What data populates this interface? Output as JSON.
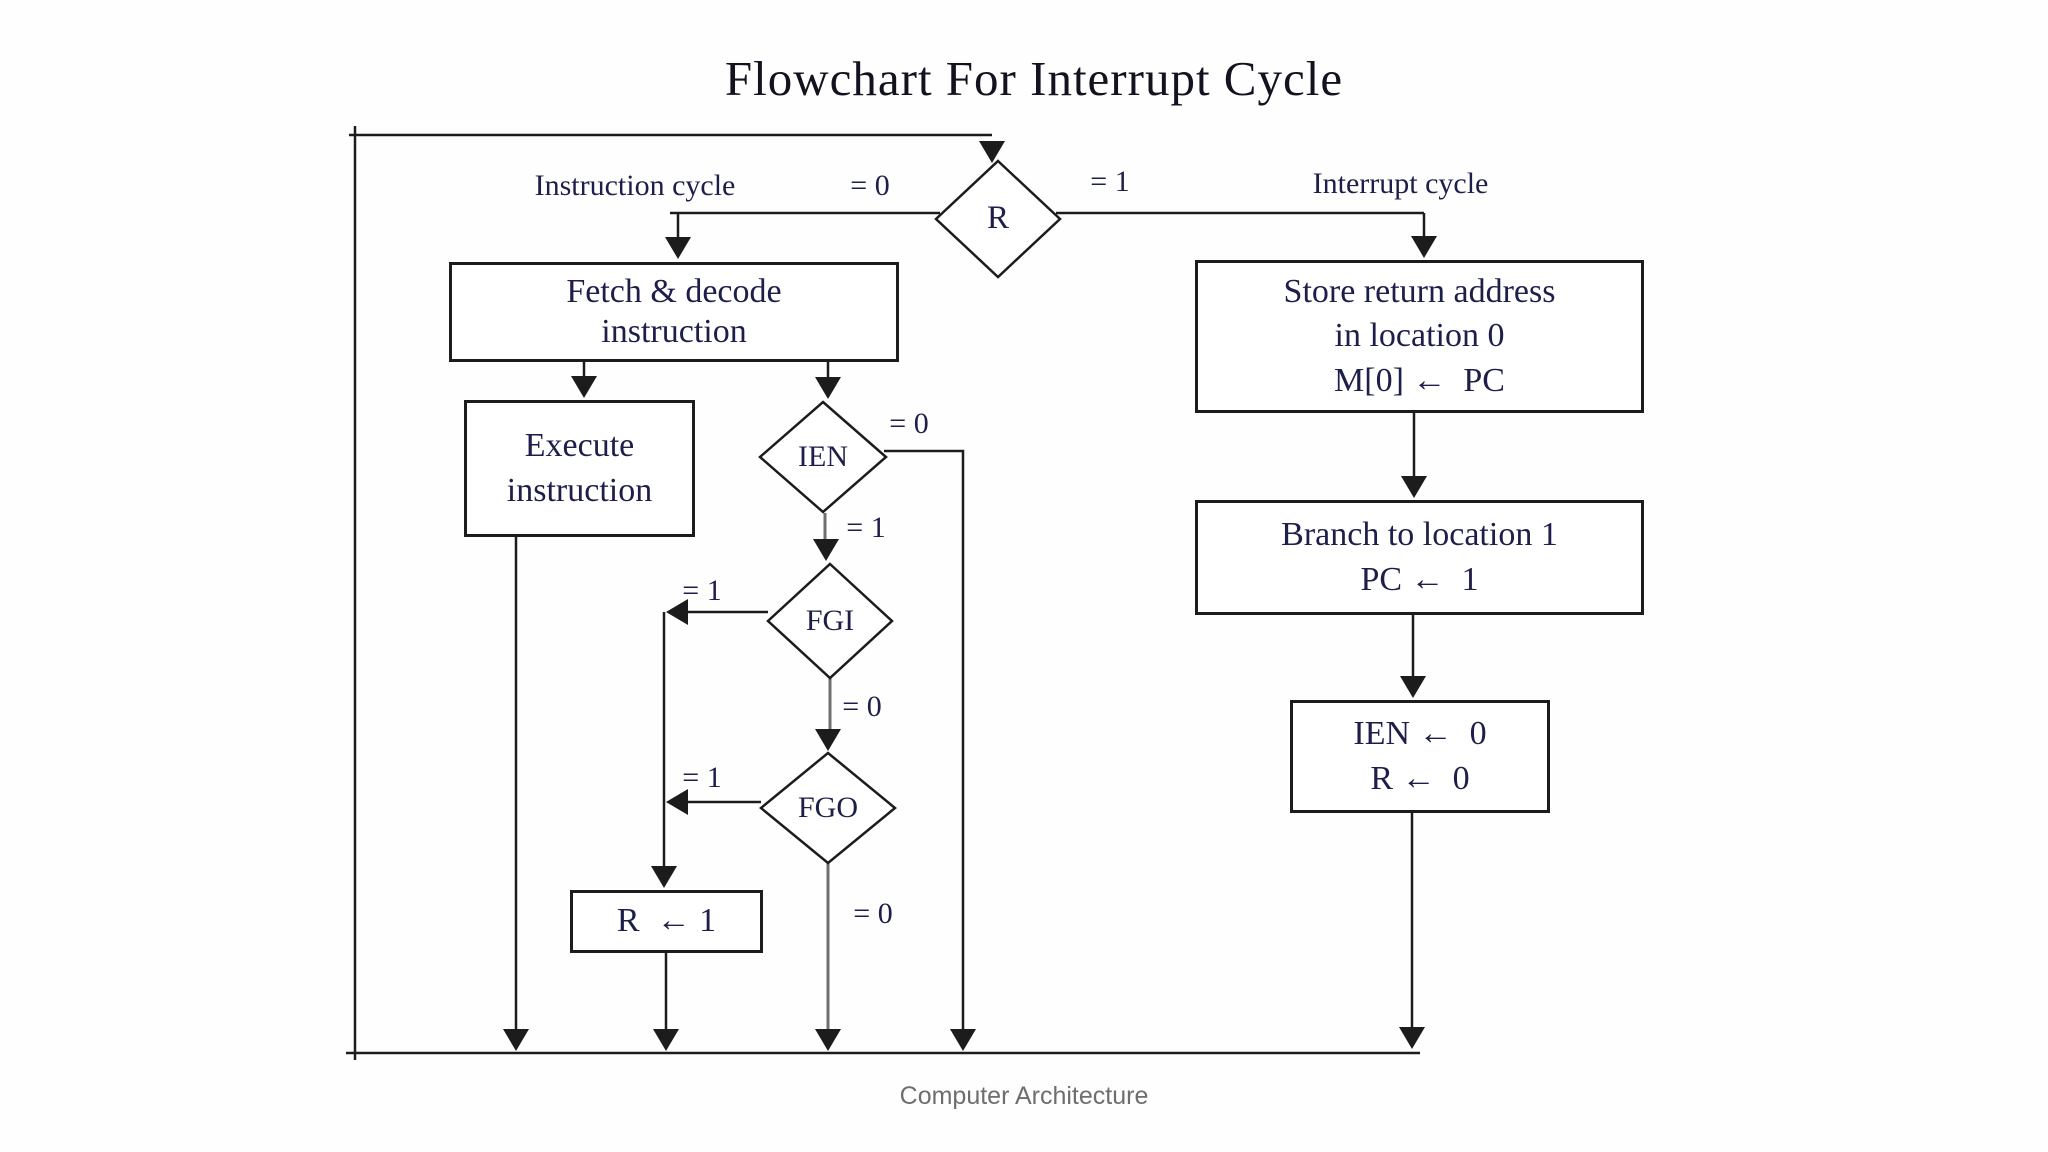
{
  "title": "Flowchart For Interrupt Cycle",
  "footer": "Computer Architecture",
  "cycle_labels": {
    "instruction_cycle": "Instruction cycle",
    "interrupt_cycle": "Interrupt cycle"
  },
  "decisions": {
    "r": "R",
    "ien": "IEN",
    "fgi": "FGI",
    "fgo": "FGO"
  },
  "edge_labels": {
    "r_eq0": "= 0",
    "r_eq1": "= 1",
    "ien_eq0": "= 0",
    "ien_eq1": "= 1",
    "fgi_eq1": "= 1",
    "fgi_eq0": "= 0",
    "fgo_eq1": "= 1",
    "fgo_eq0": "= 0"
  },
  "boxes": {
    "fetch": {
      "line1": "Fetch & decode",
      "line2": "instruction"
    },
    "execute": {
      "line1": "Execute",
      "line2": "instruction"
    },
    "store": {
      "line1": "Store return address",
      "line2": "in location 0",
      "line3": "M[0] ←  PC"
    },
    "branch": {
      "line1": "Branch to location 1",
      "line2": "PC ←  1"
    },
    "ien_reset": {
      "line1": "IEN ←  0",
      "line2": "R ←  0"
    },
    "set_r": {
      "line1": "R  ← 1"
    }
  },
  "colors": {
    "line": "#1c1c1c",
    "text": "#1e1e4a",
    "footer_text": "#6e6e6e",
    "background": "#fefefe"
  }
}
